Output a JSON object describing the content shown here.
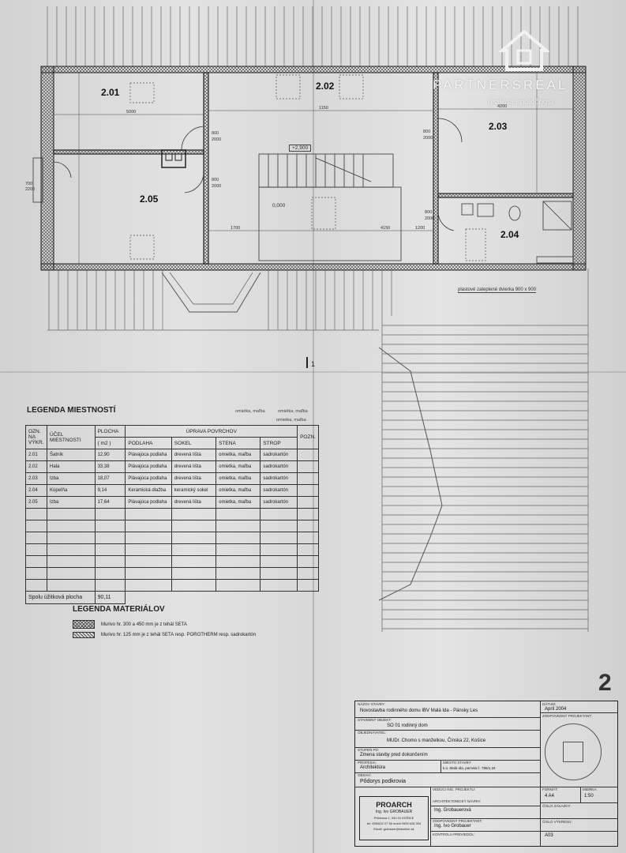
{
  "watermark": {
    "brand": "PARTNERSREAL",
    "tagline": "realitná spoločnosť"
  },
  "plan": {
    "rooms": [
      {
        "id": "2.01"
      },
      {
        "id": "2.02"
      },
      {
        "id": "2.03"
      },
      {
        "id": "2.04"
      },
      {
        "id": "2.05"
      }
    ],
    "dims": {
      "d1": "800",
      "d2": "2000",
      "d3": "800",
      "d4": "2000",
      "d5": "800",
      "d6": "2000",
      "d7": "800",
      "d8": "2000",
      "level": "+2,900",
      "level0": "0,000",
      "w1": "5000",
      "w2": "1150",
      "w3": "4200",
      "w4": "1700",
      "w5": "4150",
      "w6": "1200",
      "window1": "700",
      "window2": "2200"
    },
    "hatch_note": "plastové zateplené dvierka 900 x 900",
    "section_marker": "1"
  },
  "legend_rooms": {
    "title": "LEGENDA MIESTNOSTÍ",
    "notes": [
      "omietka, maľba",
      "omietka, maľba",
      "omietka, maľba"
    ],
    "headers": {
      "ozn": "OZN. NA VÝKR.",
      "purpose": "ÚČEL MIESTNOSTI",
      "area": "PLOCHA",
      "area_unit": "( m2 )",
      "finish": "ÚPRAVA POVRCHOV",
      "floor": "PODLAHA",
      "sokel": "SOKEL",
      "wall": "STENA",
      "ceiling": "STROP",
      "note": "POZN."
    },
    "rows": [
      {
        "ozn": "2.01",
        "purpose": "Šatník",
        "area": "12,90",
        "floor": "Plávajúca podlaha",
        "sokel": "drevená lišta",
        "wall": "omietka, maľba",
        "ceiling": "sadrokartón"
      },
      {
        "ozn": "2.02",
        "purpose": "Hala",
        "area": "33,38",
        "floor": "Plávajúca podlaha",
        "sokel": "drevená lišta",
        "wall": "omietka, maľba",
        "ceiling": "sadrokartón"
      },
      {
        "ozn": "2.03",
        "purpose": "Izba",
        "area": "18,07",
        "floor": "Plávajúca podlaha",
        "sokel": "drevená lišta",
        "wall": "omietka, maľba",
        "ceiling": "sadrokartón"
      },
      {
        "ozn": "2.04",
        "purpose": "Kúpeľňa",
        "area": "9,14",
        "floor": "Keramická dlažba",
        "sokel": "keramický sokel",
        "wall": "omietka, maľba",
        "ceiling": "sadrokartón"
      },
      {
        "ozn": "2.05",
        "purpose": "Izba",
        "area": "17,64",
        "floor": "Plávajúca podlaha",
        "sokel": "drevená lišta",
        "wall": "omietka, maľba",
        "ceiling": "sadrokartón"
      }
    ],
    "total_label": "Spolu úžitková plocha",
    "total_value": "90,11"
  },
  "legend_materials": {
    "title": "LEGENDA MATERIÁLOV",
    "items": [
      "Murivo hr. 300 a 450 mm je z tehál SETA",
      "Murivo hr. 125 mm je z tehál SETA resp. POROTHERM resp. sadrokartón"
    ]
  },
  "sheet_number": "2",
  "title_block": {
    "project_label": "NÁZOV STAVBY:",
    "project": "Novostavba rodinného domu IBV Malá Ida - Pánsky Les",
    "object_label": "STAVEBNÝ OBJEKT:",
    "object": "SO 01 rodinný dom",
    "client_label": "OBJEDNÁVATEĽ:",
    "client": "MUDr. Chomo s manželkou, Čínska 22, Košice",
    "stage_label": "STUPEŇ PD:",
    "stage": "Zmena stavby pred dokončením",
    "part_label": "PROFESIA:",
    "part": "Architektúra",
    "place_label": "MIESTO STAVBY:",
    "place": "k.ú. Malá Ida, parcela č. 786/1,34",
    "drawing_label": "OBSAH:",
    "drawing": "Pôdorys podkrovia",
    "resp_label": "VEDÚCI ING. PROJEKTU:",
    "architect_label": "ARCHITEKTONICKÝ NÁVRH:",
    "architect": "Ing. Grobauerová",
    "designer_label": "ZODPOVEDNÝ PROJEKTANT:",
    "designer": "Ing. Ivo Grobauer",
    "check_label": "KONTROLU PREVIEDOL:",
    "date_label": "DÁTUM:",
    "date": "Apríl 2004",
    "num_label": "ZODPOVEDNÝ PROJEKTANT:",
    "format_label": "FORMÁT:",
    "format": "4 A4",
    "scale_label": "MIERKA:",
    "scale": "1:50",
    "order_label": "ČÍSLO ZÁKAZKY:",
    "drawing_no_label": "ČÍSLO VÝKRESU:",
    "drawing_no": "A03",
    "firm": "PROARCH",
    "firm_owner": "Ing. Ivo GROBAUER",
    "firm_address": "Pribinova 1, 040 01 KOŠICE",
    "firm_contact": "tel. 055/622 07 56   mobil 0905 628 304",
    "firm_email": "Email: grobauer@stonline.sk"
  }
}
